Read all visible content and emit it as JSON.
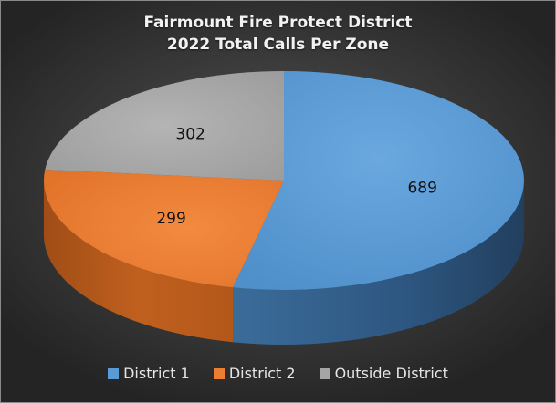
{
  "chart_data": {
    "type": "pie",
    "title": [
      "Fairmount Fire Protect District",
      "2022 Total Calls Per Zone"
    ],
    "slices": [
      {
        "name": "District 1",
        "value": 689,
        "color": "#5b9bd5"
      },
      {
        "name": "District 2",
        "value": 299,
        "color": "#ed7d31"
      },
      {
        "name": "Outside District",
        "value": 302,
        "color": "#a5a5a5"
      }
    ],
    "style": "3d",
    "legend": "bottom"
  }
}
